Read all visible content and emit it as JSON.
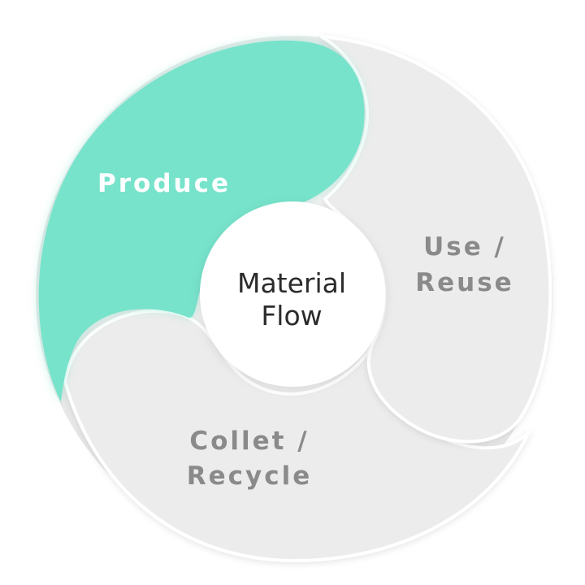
{
  "diagram": {
    "center": {
      "line1": "Material",
      "line2": "Flow"
    },
    "segments": [
      {
        "label": "Produce",
        "active": true
      },
      {
        "label_line1": "Use /",
        "label_line2": "Reuse",
        "active": false
      },
      {
        "label_line1": "Collet /",
        "label_line2": "Recycle",
        "active": false
      }
    ]
  },
  "colors": {
    "active_fill": "#77e3cb",
    "active_text": "#ffffff",
    "inactive_fill": "#ececec",
    "inactive_text": "#8a8a8a",
    "center_fill": "#ffffff",
    "center_text": "#2b2b2b"
  }
}
